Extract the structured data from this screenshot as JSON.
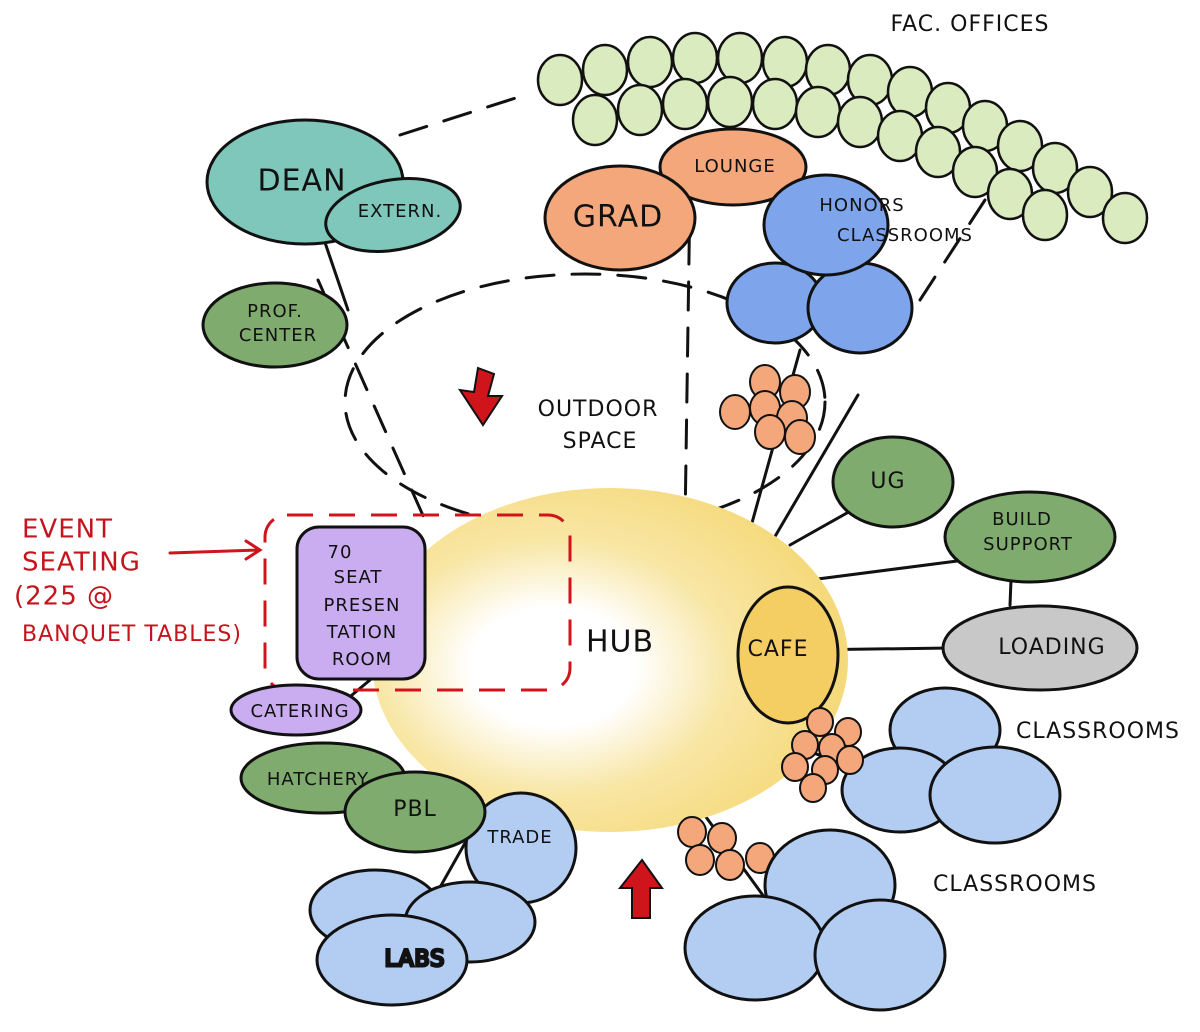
{
  "labels": {
    "fac_offices": "FAC. OFFICES",
    "dean": "DEAN",
    "extern": "EXTERN.",
    "prof_center_1": "PROF.",
    "prof_center_2": "CENTER",
    "grad": "GRAD",
    "lounge": "LOUNGE",
    "honors_1": "HONORS",
    "honors_2": "CLASSROOMS",
    "outdoor_1": "OUTDOOR",
    "outdoor_2": "SPACE",
    "ug": "UG",
    "build_1": "BUILD",
    "build_2": "SUPPORT",
    "loading": "LOADING",
    "cafe": "CAFE",
    "hub": "HUB",
    "presentation_1": "70",
    "presentation_2": "SEAT",
    "presentation_3": "PRESEN",
    "presentation_4": "TATION",
    "presentation_5": "ROOM",
    "catering": "CATERING",
    "hatchery": "HATCHERY",
    "pbl": "PBL",
    "trade": "TRADE",
    "labs": "LABS",
    "classrooms_upper": "CLASSROOMS",
    "classrooms_lower": "CLASSROOMS",
    "event_1": "EVENT",
    "event_2": "SEATING",
    "event_3": "(225 @",
    "event_4": "BANQUET TABLES)"
  },
  "colors": {
    "fac_offices": "#d9ebbf",
    "dean": "#7fc6bb",
    "green": "#7fac6e",
    "orange": "#f3a77a",
    "blue": "#7ea5ec",
    "light_blue": "#b3cdf2",
    "yellow": "#f5d97a",
    "cafe": "#f4cd63",
    "purple": "#c9adf0",
    "gray": "#c8c8c8",
    "red": "#d0141c"
  }
}
